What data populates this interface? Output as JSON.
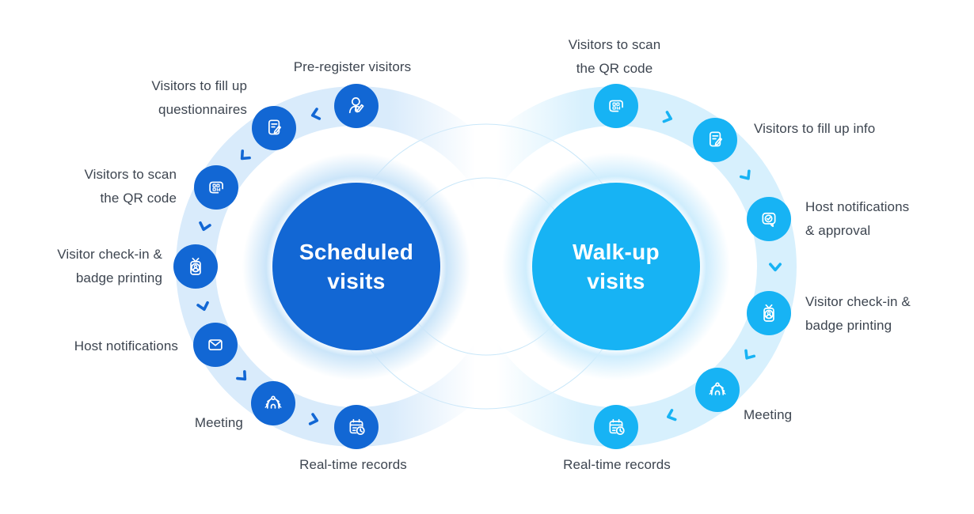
{
  "colors": {
    "primary_blue": "#1267D4",
    "primary_cyan": "#17B3F4",
    "band_blue": "#D9EBFB",
    "band_cyan": "#D7F0FD",
    "halo_blue": "#CBE5F9",
    "halo_cyan": "#CFEDFD",
    "arc_stroke": "#C9E7F9",
    "label_text": "#3D4550"
  },
  "rings": [
    {
      "name": "Scheduled visits",
      "title": "Scheduled\nvisits",
      "steps": [
        {
          "label": "Pre-register visitors",
          "icon": "person-edit-icon"
        },
        {
          "label": "Visitors to fill up\nquestionnaires",
          "icon": "form-edit-icon"
        },
        {
          "label": "Visitors to scan\nthe QR code",
          "icon": "qr-scan-icon"
        },
        {
          "label": "Visitor check-in &\nbadge printing",
          "icon": "badge-icon"
        },
        {
          "label": "Host notifications",
          "icon": "envelope-icon"
        },
        {
          "label": "Meeting",
          "icon": "meeting-icon"
        },
        {
          "label": "Real-time records",
          "icon": "calendar-clock-icon"
        }
      ]
    },
    {
      "name": "Walk-up visits",
      "title": "Walk-up\nvisits",
      "steps": [
        {
          "label": "Visitors to scan\nthe QR code",
          "icon": "qr-scan-icon"
        },
        {
          "label": "Visitors to fill up info",
          "icon": "form-edit-icon"
        },
        {
          "label": "Host notifications\n& approval",
          "icon": "bubble-check-icon"
        },
        {
          "label": "Visitor check-in &\nbadge printing",
          "icon": "badge-icon"
        },
        {
          "label": "Meeting",
          "icon": "meeting-icon"
        },
        {
          "label": "Real-time records",
          "icon": "calendar-clock-icon"
        }
      ]
    }
  ]
}
